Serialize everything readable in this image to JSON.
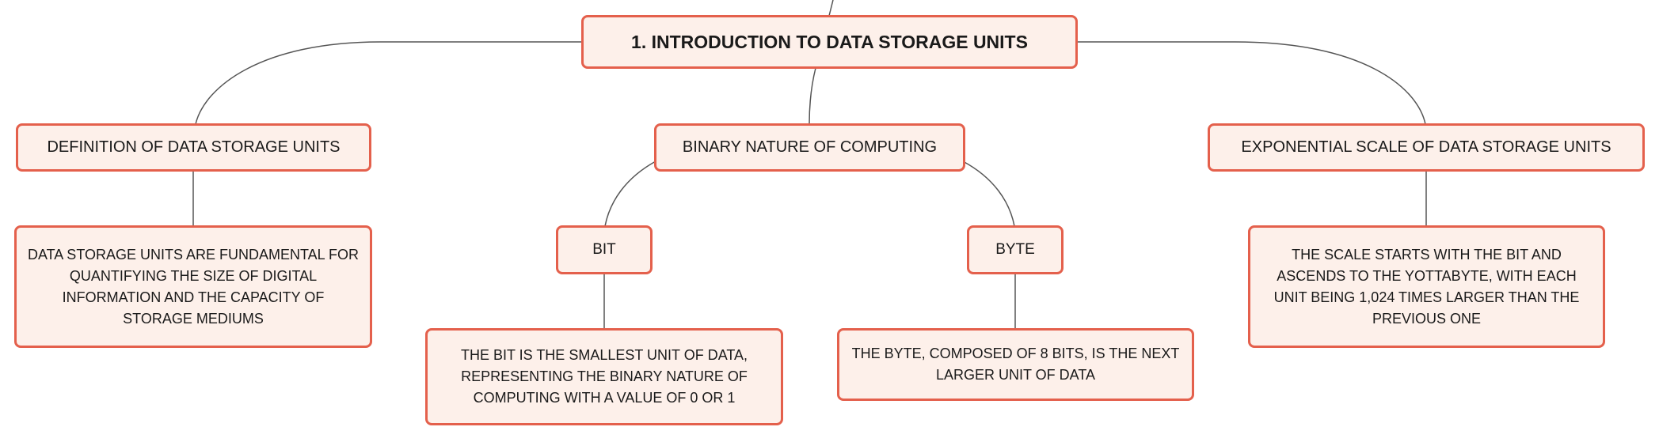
{
  "mindmap": {
    "root": "1. INTRODUCTION TO DATA STORAGE UNITS",
    "definition": {
      "title": "DEFINITION OF DATA STORAGE UNITS",
      "detail": "DATA STORAGE UNITS ARE FUNDAMENTAL FOR QUANTIFYING THE SIZE OF DIGITAL INFORMATION AND THE CAPACITY OF STORAGE MEDIUMS"
    },
    "binary": {
      "title": "BINARY NATURE OF COMPUTING",
      "bit": {
        "title": "BIT",
        "detail": "THE BIT IS THE SMALLEST UNIT OF DATA, REPRESENTING THE BINARY NATURE OF COMPUTING WITH A VALUE OF 0 OR 1"
      },
      "byte": {
        "title": "BYTE",
        "detail": "THE BYTE, COMPOSED OF 8 BITS, IS THE NEXT LARGER UNIT OF DATA"
      }
    },
    "exponential": {
      "title": "EXPONENTIAL SCALE OF DATA STORAGE UNITS",
      "detail": "THE SCALE STARTS WITH THE BIT AND ASCENDS TO THE YOTTABYTE, WITH EACH UNIT BEING 1,024 TIMES LARGER THAN THE PREVIOUS ONE"
    }
  },
  "colors": {
    "node_fill": "#fdf0ea",
    "node_border": "#e4604c",
    "connector": "#555555",
    "text": "#1a1a1a"
  }
}
